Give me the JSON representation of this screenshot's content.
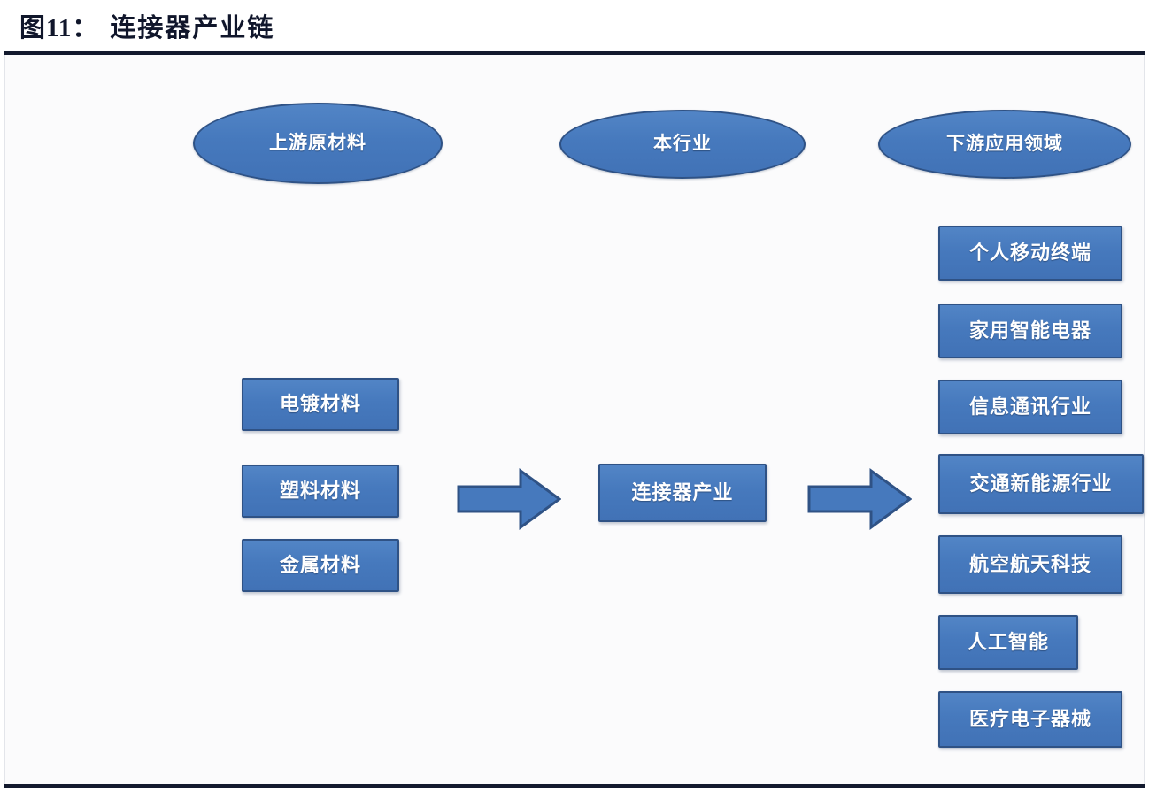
{
  "figure": {
    "label": "图11",
    "separator": "：",
    "title": "连接器产业链",
    "full_title": "图11： 连接器产业链"
  },
  "colors": {
    "shape_fill": "#4679bd",
    "shape_fill_light": "#5285c6",
    "shape_border": "#2f5285",
    "shape_text": "#ffffff",
    "title_text": "#10162b",
    "rule": "#131a2e",
    "canvas_background": "#fbfbfc"
  },
  "diagram": {
    "stage_headers": [
      {
        "id": "upstream",
        "label": "上游原材料"
      },
      {
        "id": "industry",
        "label": "本行业"
      },
      {
        "id": "downstream",
        "label": "下游应用领域"
      }
    ],
    "upstream_materials": [
      {
        "label": "电镀材料"
      },
      {
        "label": "塑料材料"
      },
      {
        "label": "金属材料"
      }
    ],
    "industry_node": {
      "label": "连接器产业"
    },
    "downstream_applications": [
      {
        "label": "个人移动终端"
      },
      {
        "label": "家用智能电器"
      },
      {
        "label": "信息通讯行业"
      },
      {
        "label": "交通新能源行业"
      },
      {
        "label": "航空航天科技"
      },
      {
        "label": "人工智能"
      },
      {
        "label": "医疗电子器械"
      }
    ],
    "arrows": [
      {
        "id": "upstream-to-industry",
        "direction": "right"
      },
      {
        "id": "industry-to-downstream",
        "direction": "right"
      }
    ]
  }
}
